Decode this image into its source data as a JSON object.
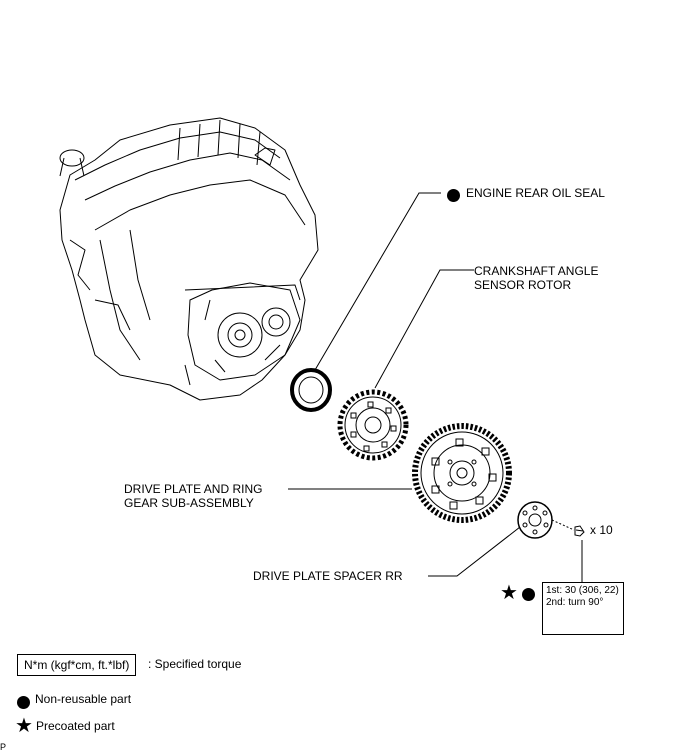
{
  "parts": {
    "engine_rear_oil_seal": "ENGINE REAR OIL SEAL",
    "crankshaft_angle_sensor_rotor_line1": "CRANKSHAFT ANGLE",
    "crankshaft_angle_sensor_rotor_line2": "SENSOR ROTOR",
    "drive_plate_line1": "DRIVE PLATE AND RING",
    "drive_plate_line2": "GEAR SUB-ASSEMBLY",
    "drive_plate_spacer": "DRIVE PLATE SPACER RR",
    "bolt_quantity": "x 10"
  },
  "torque": {
    "line1": "1st: 30 (306, 22)",
    "line2": "2nd: turn 90°"
  },
  "legend": {
    "specified_torque_box": "N*m (kgf*cm, ft.*lbf)",
    "specified_torque_text": ": Specified torque",
    "non_reusable_text": "Non-reusable part",
    "precoated_text": "Precoated part"
  },
  "footer": {
    "page_mark": "P"
  },
  "icons": {
    "non_reusable": "filled-circle-icon",
    "precoated": "star-icon"
  },
  "colors": {
    "line": "#000000",
    "background": "#ffffff"
  }
}
